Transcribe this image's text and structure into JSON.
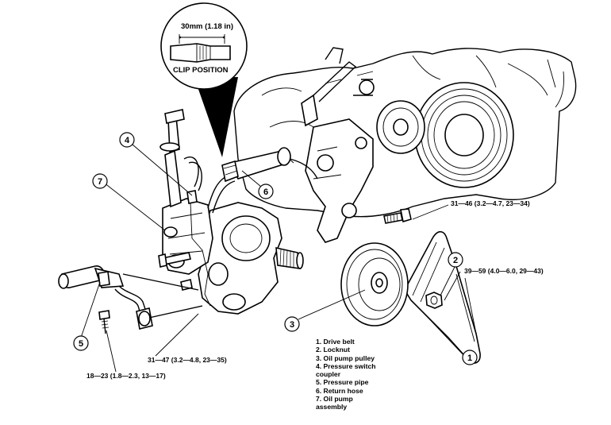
{
  "inset": {
    "dimension": "30mm (1.18 in)",
    "caption": "CLIP POSITION"
  },
  "callouts": {
    "c1": "1",
    "c2": "2",
    "c3": "3",
    "c4": "4",
    "c5": "5",
    "c6": "6",
    "c7": "7"
  },
  "torques": {
    "bracket_bolt": "31—46 (3.2—4.7, 23—34)",
    "locknut": "39—59 (4.0—6.0, 29—43)",
    "pump_bolt": "31—47 (3.2—4.8, 23—35)",
    "pipe_bolt": "18—23 (1.8—2.3, 13—17)"
  },
  "legend": [
    "1. Drive belt",
    "2. Locknut",
    "3. Oil pump pulley",
    "4. Pressure switch",
    "coupler",
    "5. Pressure pipe",
    "6. Return hose",
    "7. Oil pump",
    "assembly"
  ]
}
